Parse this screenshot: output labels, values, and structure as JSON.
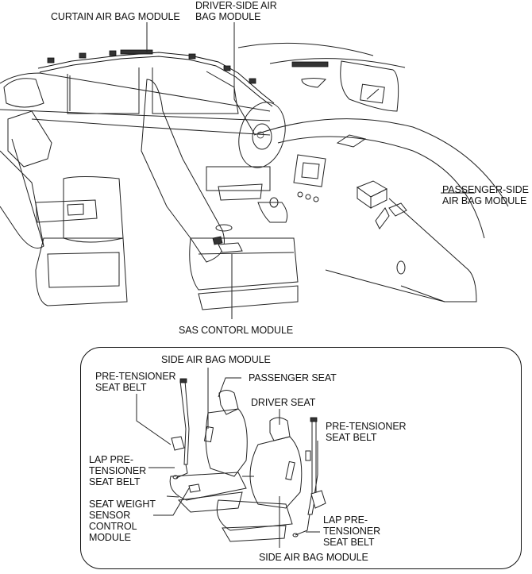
{
  "diagram": {
    "title": "Air bag system component location",
    "main_labels": {
      "curtain_air_bag": "CURTAIN AIR BAG MODULE",
      "driver_side_air_bag_1": "DRIVER-SIDE AIR",
      "driver_side_air_bag_2": "BAG MODULE",
      "passenger_side_air_bag_1": "PASSENGER-SIDE",
      "passenger_side_air_bag_2": "AIR BAG MODULE",
      "sas_control_module": "SAS CONTORL MODULE"
    },
    "inset_labels": {
      "side_air_bag_top": "SIDE AIR BAG MODULE",
      "pre_tensioner_left_1": "PRE-TENSIONER",
      "pre_tensioner_left_2": "SEAT BELT",
      "passenger_seat": "PASSENGER SEAT",
      "driver_seat": "DRIVER SEAT",
      "pre_tensioner_right_1": "PRE-TENSIONER",
      "pre_tensioner_right_2": "SEAT BELT",
      "lap_pre_left_1": "LAP PRE-",
      "lap_pre_left_2": "TENSIONER",
      "lap_pre_left_3": "SEAT BELT",
      "seat_weight_1": "SEAT WEIGHT",
      "seat_weight_2": "SENSOR",
      "seat_weight_3": "CONTROL",
      "seat_weight_4": "MODULE",
      "lap_pre_right_1": "LAP PRE-",
      "lap_pre_right_2": "TENSIONER",
      "lap_pre_right_3": "SEAT BELT",
      "side_air_bag_bottom": "SIDE AIR BAG MODULE"
    }
  }
}
